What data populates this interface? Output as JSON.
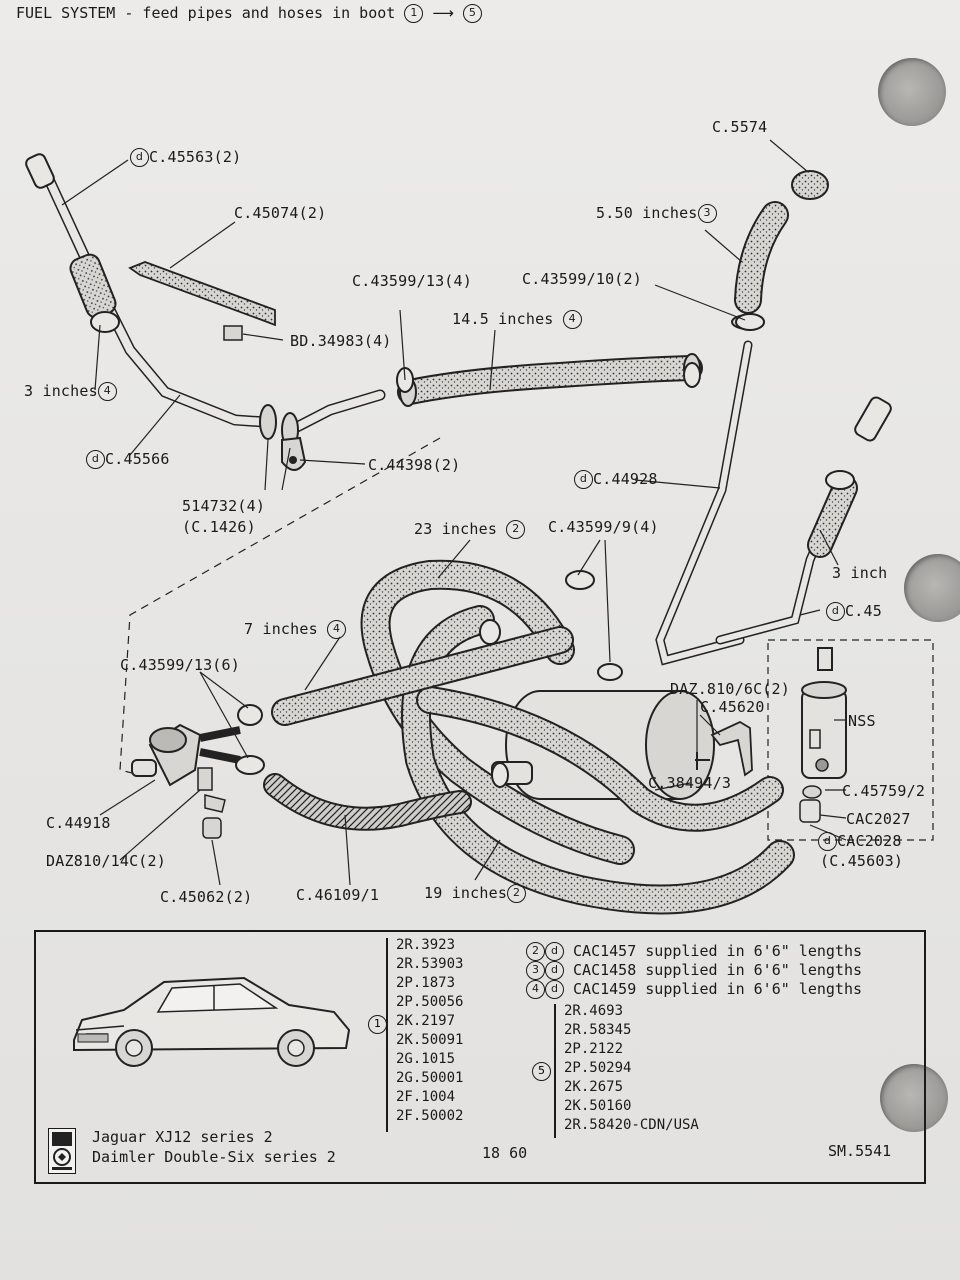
{
  "header": {
    "title": "FUEL SYSTEM - feed pipes and hoses in boot",
    "from_num": "1",
    "to_num": "5"
  },
  "labels": {
    "c45563": "C.45563(2)",
    "c45074": "C.45074(2)",
    "bd34983": "BD.34983(4)",
    "c43599_13_4": "C.43599/13(4)",
    "c43599_10_2": "C.43599/10(2)",
    "in14_5": "14.5 inches",
    "c5574": "C.5574",
    "in5_50": "5.50 inches",
    "in3_left": "3 inches",
    "c45566": "C.45566",
    "c44398": "C.44398(2)",
    "p514732": "514732(4)",
    "c1426": "(C.1426)",
    "c44928": "C.44928",
    "in23": "23 inches",
    "c43599_9": "C.43599/9(4)",
    "in3_right": "3 inch",
    "c45_right": "C.45",
    "in7": "7 inches",
    "c43599_13_6": "C.43599/13(6)",
    "daz810_6c": "DAZ.810/6C(2)",
    "c45620": "C.45620",
    "nss": "NSS",
    "c38494": "C.38494/3",
    "c45759": "C.45759/2",
    "cac2027": "CAC2027",
    "cac2028": "CAC2028",
    "c45603": "(C.45603)",
    "c44918": "C.44918",
    "daz810_14c": "DAZ810/14C(2)",
    "c45062": "C.45062(2)",
    "c46109": "C.46109/1",
    "in19": "19 inches"
  },
  "legend": {
    "group1_num": "1",
    "group1": [
      "2R.3923",
      "2R.53903",
      "2P.1873",
      "2P.50056",
      "2K.2197",
      "2K.50091",
      "2G.1015",
      "2G.50001",
      "2F.1004",
      "2F.50002"
    ],
    "supplies": [
      {
        "num": "2",
        "text": "CAC1457 supplied in 6'6\" lengths"
      },
      {
        "num": "3",
        "text": "CAC1458 supplied in 6'6\" lengths"
      },
      {
        "num": "4",
        "text": "CAC1459 supplied in 6'6\" lengths"
      }
    ],
    "group5_num": "5",
    "group5": [
      "2R.4693",
      "2R.58345",
      "2P.2122",
      "2P.50294",
      "2K.2675",
      "2K.50160",
      "2R.58420-CDN/USA"
    ],
    "vehicle_line1": "Jaguar XJ12 series 2",
    "vehicle_line2": "Daimler Double-Six series 2",
    "page_ref": "18 60",
    "sm_ref": "SM.5541"
  }
}
